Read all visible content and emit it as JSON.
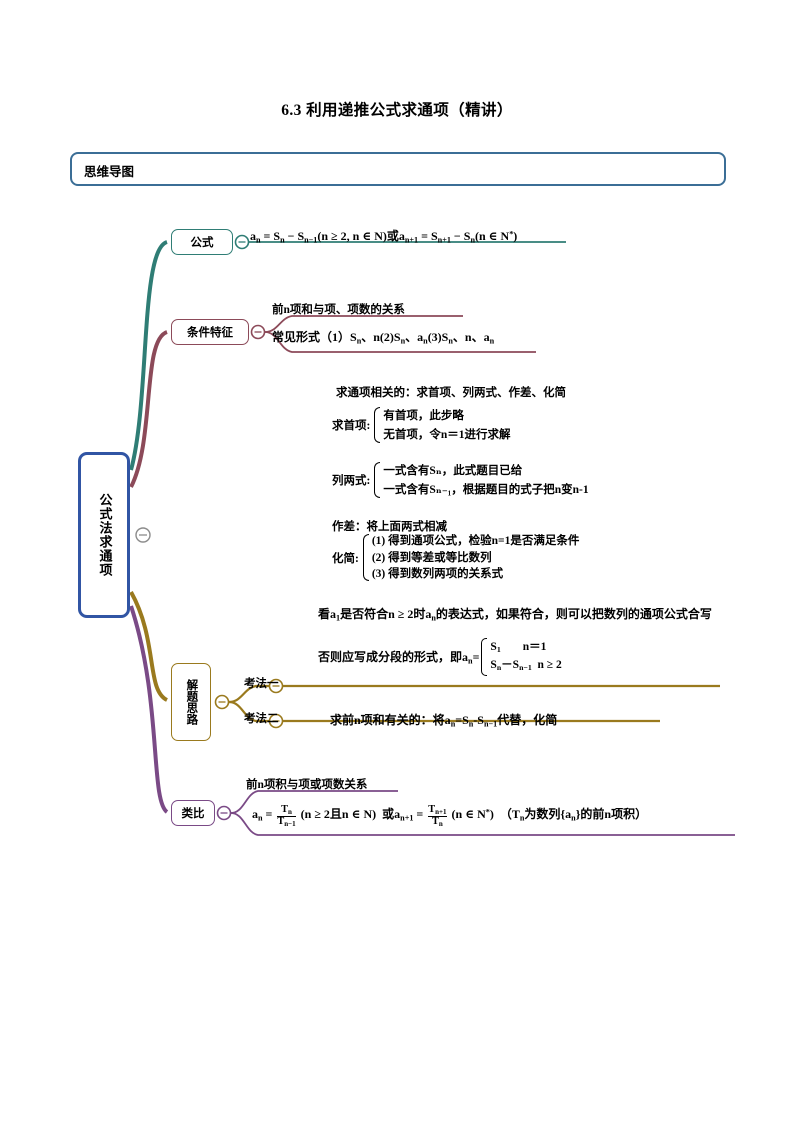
{
  "document": {
    "title": "6.3 利用递推公式求通项（精讲）",
    "section_box_label": "思维导图"
  },
  "colors": {
    "root_border": "#3155a4",
    "heading_border": "#3b6e96",
    "branch_formula": "#2f7d75",
    "branch_condition": "#8c4a59",
    "branch_method": "#9a7a1e",
    "branch_analogy": "#7a4a86"
  },
  "mindmap": {
    "root": "公式法求通项",
    "branches": [
      {
        "id": "formula",
        "label": "公式",
        "color": "#2f7d75",
        "children": [
          {
            "text": "aₙ = Sₙ − Sₙ₋₁(n ≥ 2, n ∈ N)或aₙ₊₁ = Sₙ₊₁ − Sₙ(n ∈ N*)"
          }
        ]
      },
      {
        "id": "condition",
        "label": "条件特征",
        "color": "#8c4a59",
        "children": [
          {
            "text": "前n项和与项、项数的关系"
          },
          {
            "text": "常见形式（1）Sₙ、n(2)Sₙ、aₙ(3)Sₙ、n、aₙ"
          }
        ]
      },
      {
        "id": "method",
        "label": "解题思路",
        "color": "#9a7a1e",
        "children": [
          {
            "text": "考法一"
          },
          {
            "text": "考法二"
          }
        ]
      },
      {
        "id": "analogy",
        "label": "类比",
        "color": "#7a4a86",
        "children": [
          {
            "text": "前n项积与项或项数关系"
          },
          {
            "text": "aₙ = Tₙ/Tₙ₋₁ (n ≥ 2且n ∈ N) 或aₙ₊₁ = Tₙ₊₁/Tₙ (n ∈ N*)（Tₙ为数列{aₙ}的前n项积）"
          }
        ]
      }
    ]
  },
  "method_one": {
    "heading": "求通项相关的：求首项、列两式、作差、化简",
    "steps": [
      {
        "label": "求首项:",
        "items": [
          "有首项，此步略",
          "无首项，令n＝1进行求解"
        ]
      },
      {
        "label": "列两式:",
        "items": [
          "一式含有Sₙ，此式题目已给",
          "一式含有Sₙ₋₁，根据题目的式子把n变n-1"
        ]
      }
    ],
    "subtract": "作差：将上面两式相减",
    "simplify": {
      "label": "化简:",
      "items": [
        "(1) 得到通项公式，检验n=1是否满足条件",
        "(2) 得到等差或等比数列",
        "(3) 得到数列两项的关系式"
      ]
    },
    "conclusion_line1": "看a₁是否符合n ≥ 2时aₙ的表达式，如果符合，则可以把数列的通项公式合写",
    "conclusion_line2_prefix": "否则应写成分段的形式，即aₙ=",
    "piecewise": [
      {
        "expr": "S₁",
        "cond": "n＝1"
      },
      {
        "expr": "Sₙ－Sₙ₋₁",
        "cond": "n ≥ 2"
      }
    ]
  },
  "method_two": {
    "text": "求前n项和有关的：将aₙ=Sₙ-Sₙ₋₁代替，化简"
  }
}
